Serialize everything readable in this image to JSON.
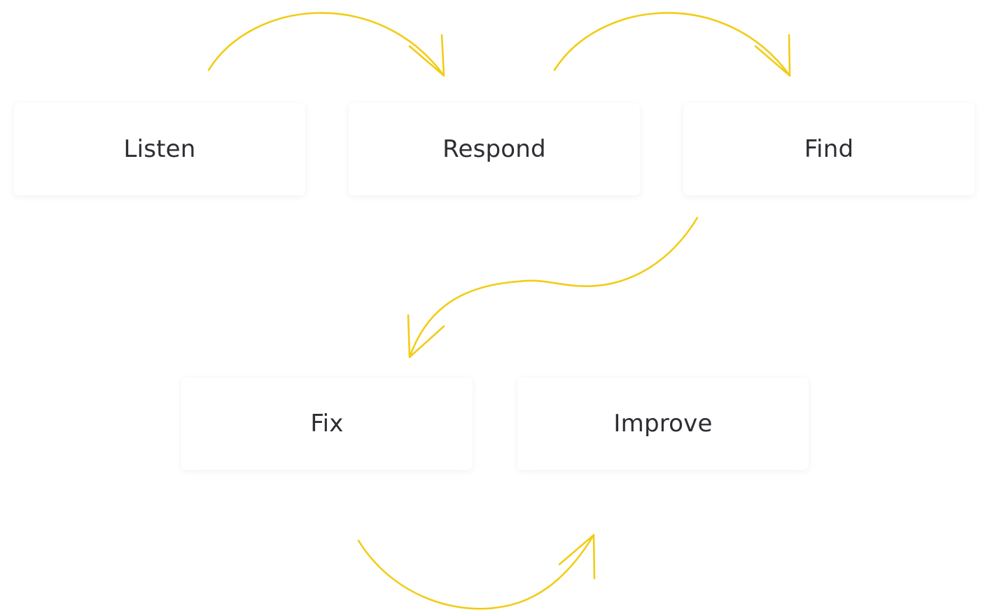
{
  "steps": [
    {
      "id": "listen",
      "label": "Listen"
    },
    {
      "id": "respond",
      "label": "Respond"
    },
    {
      "id": "find",
      "label": "Find"
    },
    {
      "id": "fix",
      "label": "Fix"
    },
    {
      "id": "improve",
      "label": "Improve"
    }
  ],
  "colors": {
    "arrow": "#f2cc16",
    "card_text": "#2d2d33",
    "card_background": "#ffffff",
    "page_background": "#ffffff"
  }
}
